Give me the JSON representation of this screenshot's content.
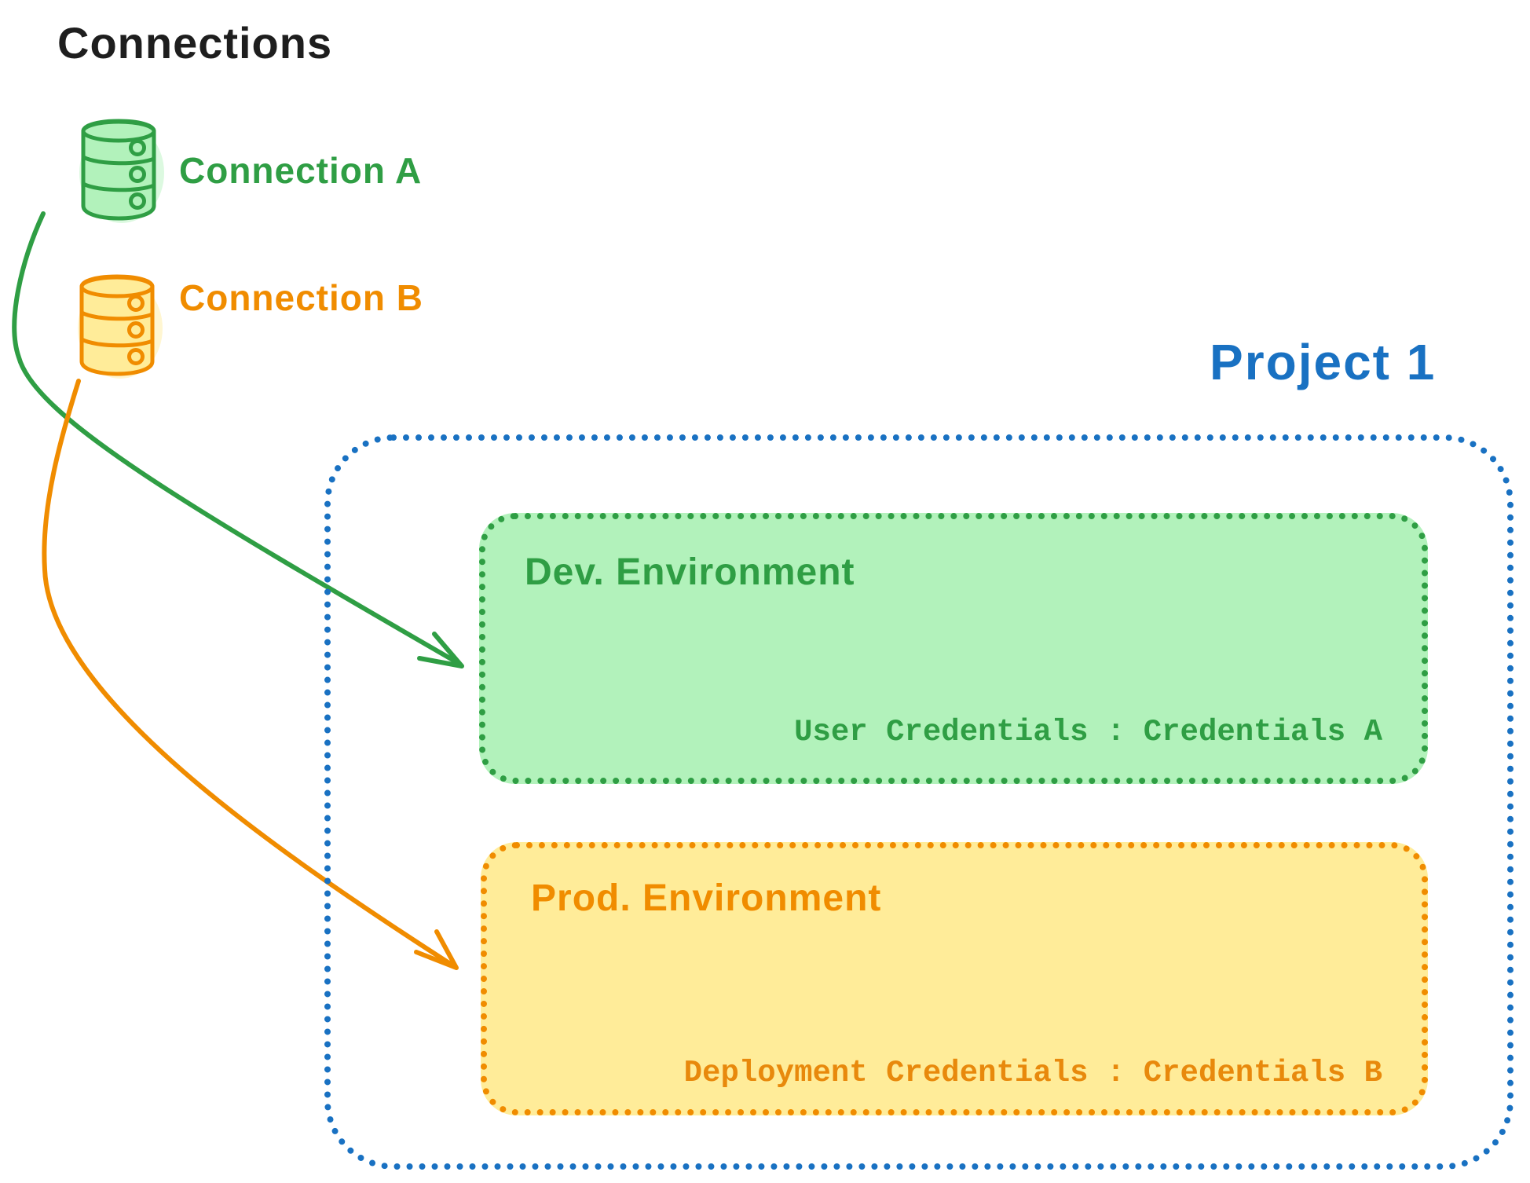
{
  "title": "Connections",
  "colors": {
    "text": "#1e1e1e",
    "green": "#2f9e44",
    "green_fill": "#b2f2bb",
    "orange": "#f08c00",
    "orange_fill": "#ffec99",
    "blue": "#1971c2"
  },
  "connections": {
    "a": {
      "label": "Connection A",
      "icon": "database-icon",
      "color": "#2f9e44"
    },
    "b": {
      "label": "Connection B",
      "icon": "database-icon",
      "color": "#f08c00"
    }
  },
  "project": {
    "title": "Project 1",
    "dev": {
      "title": "Dev. Environment",
      "credentials": "User Credentials : Credentials A"
    },
    "prod": {
      "title": "Prod. Environment",
      "credentials": "Deployment Credentials : Credentials B"
    }
  },
  "arrows": [
    {
      "from": "Connection A",
      "to": "Dev. Environment",
      "color": "#2f9e44"
    },
    {
      "from": "Connection B",
      "to": "Prod. Environment",
      "color": "#f08c00"
    }
  ]
}
